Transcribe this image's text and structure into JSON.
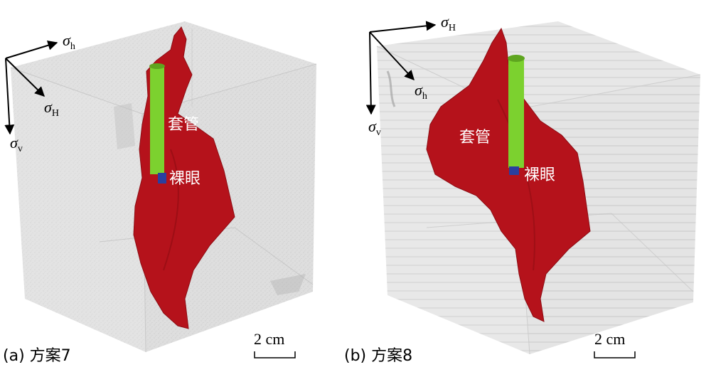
{
  "panels": [
    {
      "caption": "(a) 方案7",
      "casing_label": "套管",
      "openhole_label": "裸眼",
      "scale_label": "2 cm",
      "axes": [
        {
          "symbol": "σ",
          "sub": "h"
        },
        {
          "symbol": "σ",
          "sub": "H"
        },
        {
          "symbol": "σ",
          "sub": "v"
        }
      ]
    },
    {
      "caption": "(b) 方案8",
      "casing_label": "套管",
      "openhole_label": "裸眼",
      "scale_label": "2 cm",
      "axes": [
        {
          "symbol": "σ",
          "sub": "H"
        },
        {
          "symbol": "σ",
          "sub": "h"
        },
        {
          "symbol": "σ",
          "sub": "v"
        }
      ]
    }
  ],
  "colors": {
    "fracture": "#b5121b",
    "casing": "#7cd12f",
    "openhole": "#2b3f9e",
    "block_a": "#dcdcdc",
    "block_b": "#e2e2e2"
  }
}
